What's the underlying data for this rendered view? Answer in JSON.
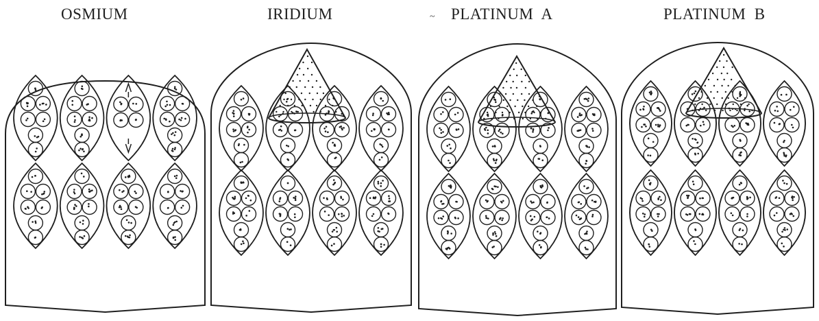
{
  "labels": {
    "osmium": "OSMIUM",
    "iridium": "IRIDIUM",
    "platinum_a": "PLATINUM  A",
    "platinum_b": "PLATINUM  B"
  },
  "stray_mark": "~",
  "colors": {
    "ink": "#1f1f1f",
    "paper": "#ffffff"
  },
  "panels": [
    {
      "key": "osmium",
      "shape": "rounded-top-box",
      "cone": false,
      "lenses_per_row": 4,
      "rows": 2
    },
    {
      "key": "iridium",
      "shape": "gothic-arch",
      "cone": true,
      "lenses_per_row": 4,
      "rows": 2
    },
    {
      "key": "platinum_a",
      "shape": "gothic-arch",
      "cone": true,
      "lenses_per_row": 4,
      "rows": 2
    },
    {
      "key": "platinum_b",
      "shape": "gothic-arch",
      "cone": true,
      "lenses_per_row": 4,
      "rows": 2
    }
  ]
}
